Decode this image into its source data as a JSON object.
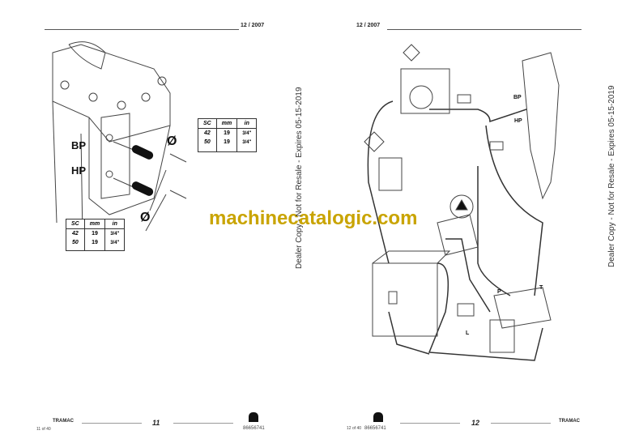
{
  "header": {
    "left_date": "12 / 2007",
    "right_date": "12 / 2007"
  },
  "left_page": {
    "labels": {
      "bp": "BP",
      "hp": "HP",
      "diameter_top": "Ø",
      "diameter_bottom": "Ø"
    },
    "table": {
      "headers": [
        "SC",
        "mm",
        "in"
      ],
      "rows": [
        [
          "42",
          "19",
          "3/4\""
        ],
        [
          "50",
          "19",
          "3/4\""
        ]
      ]
    }
  },
  "right_page": {
    "labels": {
      "bp": "BP",
      "hp": "HP",
      "p": "P",
      "t": "T",
      "l": "L"
    }
  },
  "watermark": "machinecatalogic.com",
  "side_notice": "Dealer Copy - Not for Resale - Expires 05-15-2019",
  "footer": {
    "left_brand": "TRAMAC",
    "left_page_number": "11",
    "left_page_of": "11 of 40",
    "left_code": "86656741",
    "right_brand": "TRAMAC",
    "right_page_number": "12",
    "right_page_of": "12 of 40",
    "right_code": "86656741"
  }
}
